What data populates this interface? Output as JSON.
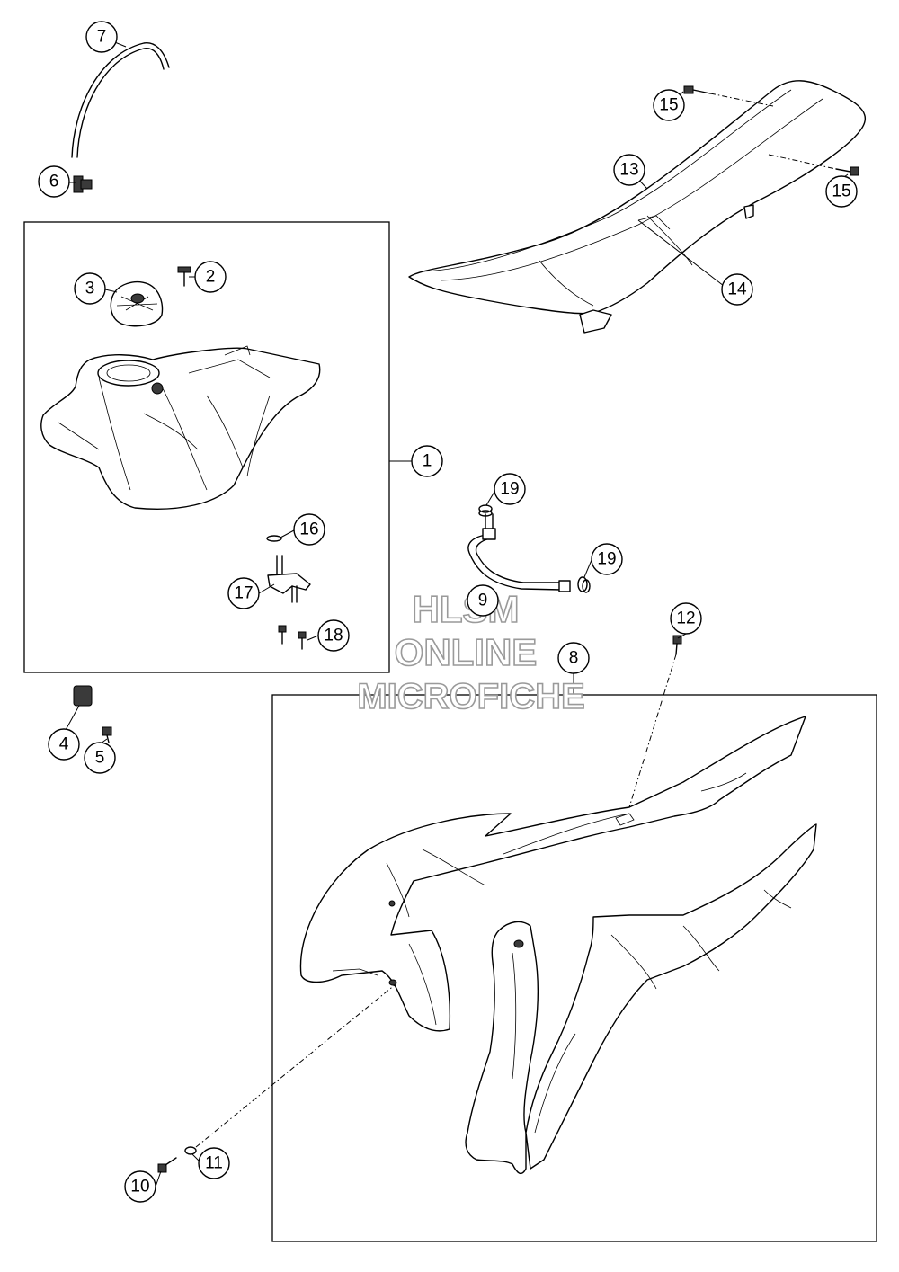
{
  "callouts": [
    {
      "num": "1"
    },
    {
      "num": "2"
    },
    {
      "num": "3"
    },
    {
      "num": "4"
    },
    {
      "num": "5"
    },
    {
      "num": "6"
    },
    {
      "num": "7"
    },
    {
      "num": "8"
    },
    {
      "num": "9"
    },
    {
      "num": "10"
    },
    {
      "num": "11"
    },
    {
      "num": "12"
    },
    {
      "num": "13"
    },
    {
      "num": "14"
    },
    {
      "num": "15"
    },
    {
      "num": "15"
    },
    {
      "num": "16"
    },
    {
      "num": "17"
    },
    {
      "num": "18"
    },
    {
      "num": "19"
    },
    {
      "num": "19"
    }
  ],
  "watermark": {
    "line1": "HLSM",
    "line2": "ONLINE",
    "line3": "MICROFICHE"
  }
}
